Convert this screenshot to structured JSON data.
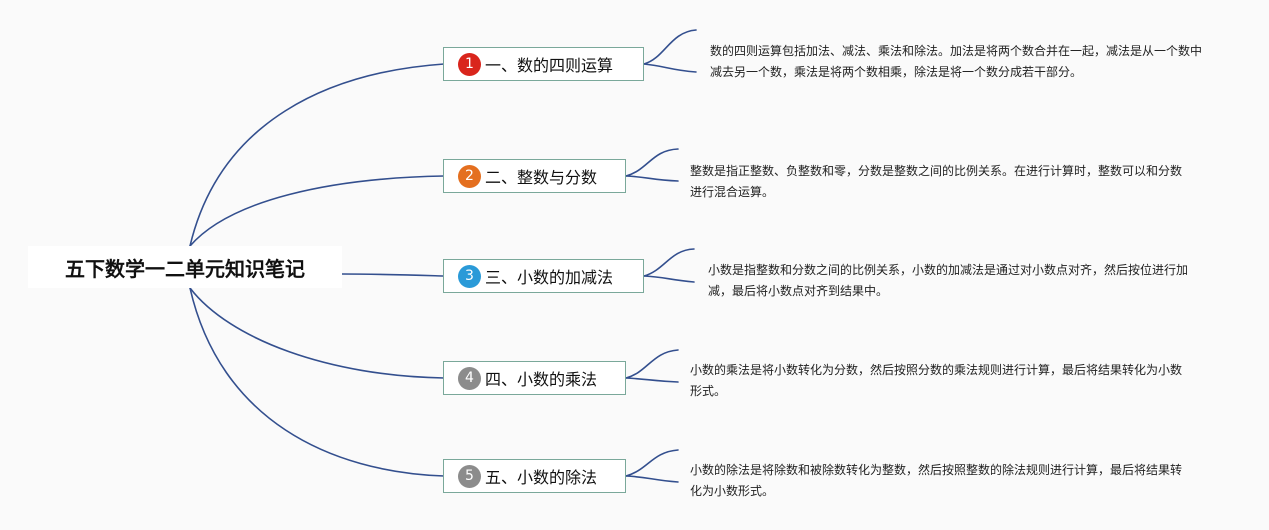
{
  "root": {
    "title": "五下数学一二单元知识笔记"
  },
  "branches": [
    {
      "number": "1",
      "label": "一、数的四则运算",
      "color": "#d9251c",
      "note": "数的四则运算包括加法、减法、乘法和除法。加法是将两个数合并在一起，减法是从一个数中减去另一个数，乘法是将两个数相乘，除法是将一个数分成若干部分。"
    },
    {
      "number": "2",
      "label": "二、整数与分数",
      "color": "#e46f1f",
      "note": "整数是指正整数、负整数和零，分数是整数之间的比例关系。在进行计算时，整数可以和分数进行混合运算。"
    },
    {
      "number": "3",
      "label": "三、小数的加减法",
      "color": "#2a9ad8",
      "note": "小数是指整数和分数之间的比例关系，小数的加减法是通过对小数点对齐，然后按位进行加减，最后将小数点对齐到结果中。"
    },
    {
      "number": "4",
      "label": "四、小数的乘法",
      "color": "#8c8c8c",
      "note": "小数的乘法是将小数转化为分数，然后按照分数的乘法规则进行计算，最后将结果转化为小数形式。"
    },
    {
      "number": "5",
      "label": "五、小数的除法",
      "color": "#8c8c8c",
      "note": "小数的除法是将除数和被除数转化为整数，然后按照整数的除法规则进行计算，最后将结果转化为小数形式。"
    }
  ],
  "connector_color": "#334f8e"
}
